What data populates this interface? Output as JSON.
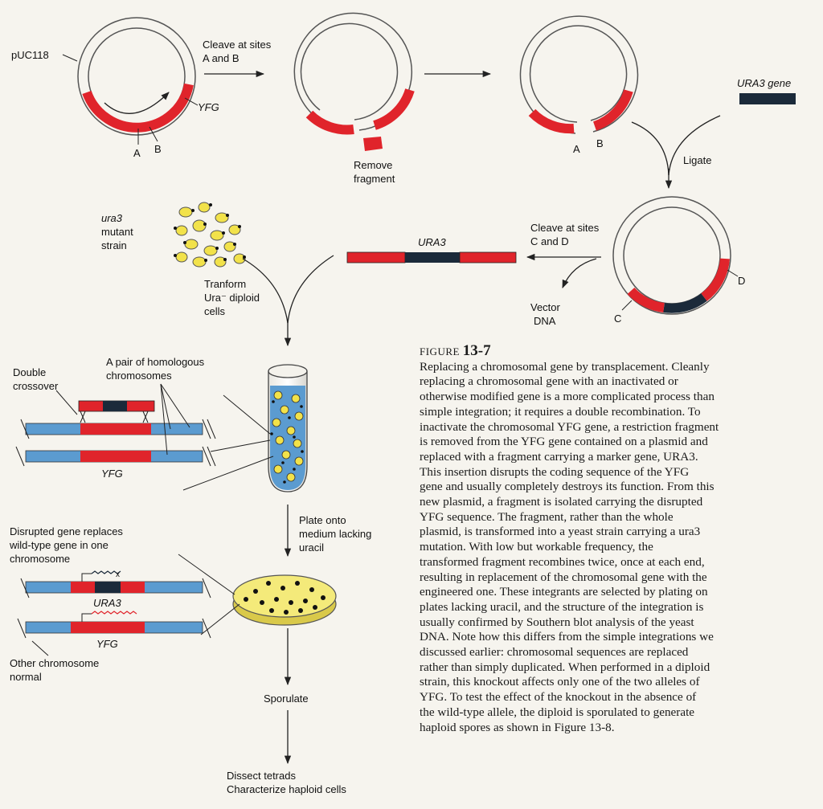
{
  "labels": {
    "puc118": "pUC118",
    "yfg_top": "YFG",
    "a1": "A",
    "b1": "B",
    "cleave_ab_1": "Cleave at sites",
    "cleave_ab_2": "A and B",
    "remove_1": "Remove",
    "remove_2": "fragment",
    "a2": "A",
    "b2": "B",
    "ura3_gene": "URA3 gene",
    "ligate": "Ligate",
    "cleave_cd_1": "Cleave at sites",
    "cleave_cd_2": "C and D",
    "c": "C",
    "d": "D",
    "vector_1": "Vector",
    "vector_2": "DNA",
    "ura3_frag": "URA3",
    "mutant_1": "ura3",
    "mutant_2": "mutant",
    "mutant_3": "strain",
    "transform_1": "Tranform",
    "transform_2": "Ura⁻ diploid",
    "transform_3": "cells",
    "double_1": "Double",
    "double_2": "crossover",
    "pair_1": "A pair of homologous",
    "pair_2": "chromosomes",
    "yfg_mid": "YFG",
    "plate_1": "Plate onto",
    "plate_2": "medium lacking",
    "plate_3": "uracil",
    "disrupted_1": "Disrupted gene replaces",
    "disrupted_2": "wild-type gene in one",
    "disrupted_3": "chromosome",
    "ura3_low": "URA3",
    "yfg_low": "YFG",
    "other_1": "Other chromosome",
    "other_2": "normal",
    "sporulate": "Sporulate",
    "dissect_1": "Dissect tetrads",
    "dissect_2": "Characterize haploid cells"
  },
  "caption": {
    "head": "FIGURE",
    "number": "13-7",
    "lines": [
      "Replacing a chromosomal gene by transplacement. Cleanly",
      "replacing a chromosomal gene with an inactivated or",
      "otherwise modified gene is a more complicated process than",
      "simple integration; it requires a double recombination. To",
      "inactivate the chromosomal YFG gene, a restriction fragment",
      "is removed from the YFG gene contained on a plasmid and",
      "replaced with a fragment carrying a marker gene, URA3.",
      "This insertion disrupts the coding sequence of the YFG",
      "gene and usually completely destroys its function. From this",
      "new plasmid, a fragment is isolated carrying the disrupted",
      "YFG sequence. The fragment, rather than the whole",
      "plasmid, is transformed into a yeast strain carrying a ura3",
      "mutation. With low but workable frequency, the",
      "transformed fragment recombines twice, once at each end,",
      "resulting in replacement of the chromosomal gene with the",
      "engineered one. These integrants are selected by plating on",
      "plates lacking uracil, and the structure of the integration is",
      "usually confirmed by Southern blot analysis of the yeast",
      "DNA. Note how this differs from the simple integrations we",
      "discussed earlier: chromosomal sequences are replaced",
      "rather than simply duplicated. When performed in a diploid",
      "strain, this knockout affects only one of the two alleles of",
      "YFG. To test the effect of the knockout in the absence of",
      "the wild-type allele, the diploid is sporulated to generate",
      "haploid spores as shown in Figure 13-8."
    ]
  },
  "colors": {
    "red": "#e0242b",
    "navy": "#1b2a3a",
    "blue": "#5b9bd0",
    "yellow": "#f2e24a",
    "ring": "#555555"
  }
}
